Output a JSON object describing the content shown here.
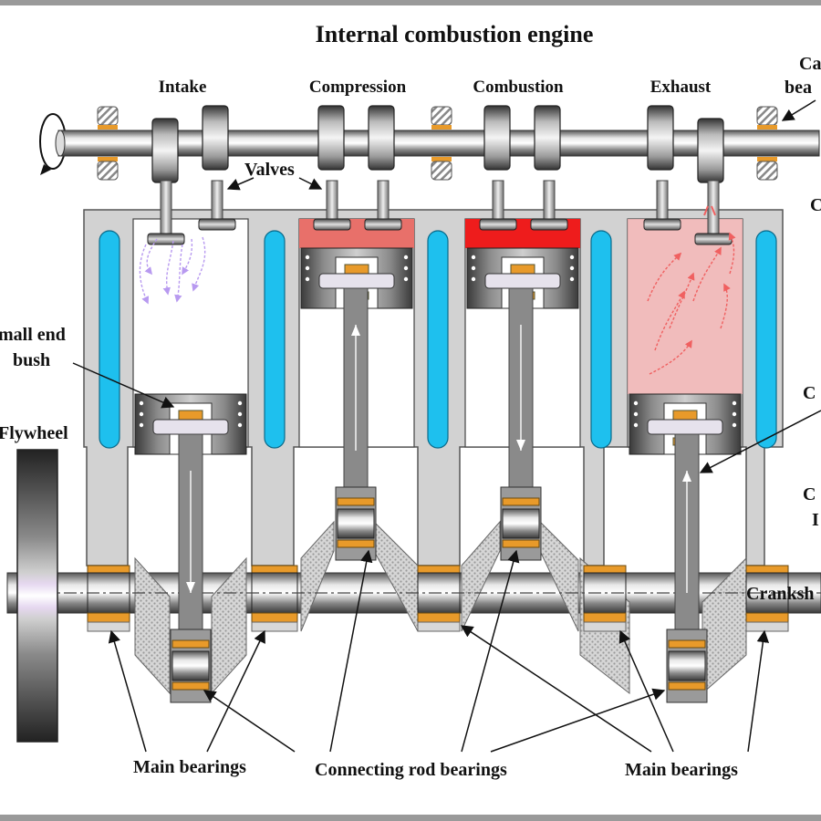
{
  "title": "Internal combustion engine",
  "strokes": [
    "Intake",
    "Compression",
    "Combustion",
    "Exhaust"
  ],
  "labels": {
    "valves": "Valves",
    "camshaft_bearings_line1": "Ca",
    "camshaft_bearings_line2": "bea",
    "right_c1": "C",
    "right_c2": "C",
    "right_cy1": "C",
    "right_cy2": "I",
    "small_end_line1": "mall end",
    "small_end_line2": "bush",
    "flywheel": "Flywheel",
    "crankshaft": "Cranksh",
    "main_bearings_left": "Main bearings",
    "connecting_rod_bearings": "Connecting rod bearings",
    "main_bearings_right": "Main bearings"
  },
  "colors": {
    "block": "#d2d2d2",
    "coolant": "#1ec0ee",
    "bearing": "#e89a2a",
    "compression_gas": "#e8706a",
    "combustion_gas": "#ee1c1c",
    "exhaust_gas": "#eeb0b0",
    "intake_flow": "#b89af0",
    "exhaust_flow": "#f06060",
    "hatch": "#c8c8c8"
  },
  "cylinders": [
    {
      "stroke": "Intake",
      "piston_position": "bottom",
      "rod_motion": "down",
      "gas": "none"
    },
    {
      "stroke": "Compression",
      "piston_position": "top",
      "rod_motion": "up",
      "gas": "compression_gas"
    },
    {
      "stroke": "Combustion",
      "piston_position": "top",
      "rod_motion": "down",
      "gas": "combustion_gas"
    },
    {
      "stroke": "Exhaust",
      "piston_position": "bottom",
      "rod_motion": "up",
      "gas": "exhaust_gas"
    }
  ]
}
